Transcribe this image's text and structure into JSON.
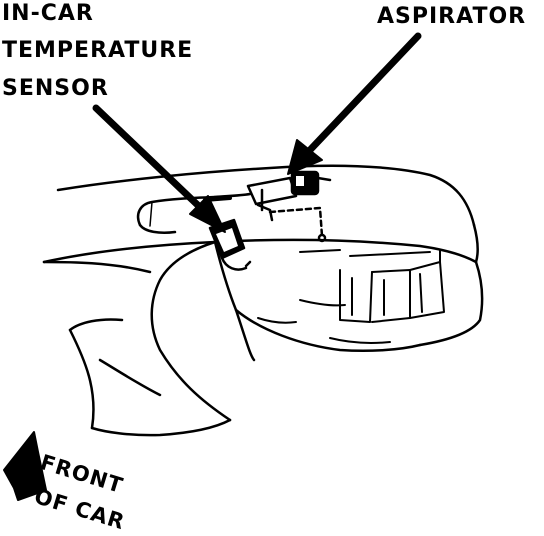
{
  "labels": {
    "sensor_line1": "IN-CAR",
    "sensor_line2": "TEMPERATURE",
    "sensor_line3": "SENSOR",
    "aspirator": "ASPIRATOR",
    "front_line1": "FRONT",
    "front_line2": "OF CAR"
  },
  "colors": {
    "ink": "#000000",
    "paper": "#ffffff"
  }
}
